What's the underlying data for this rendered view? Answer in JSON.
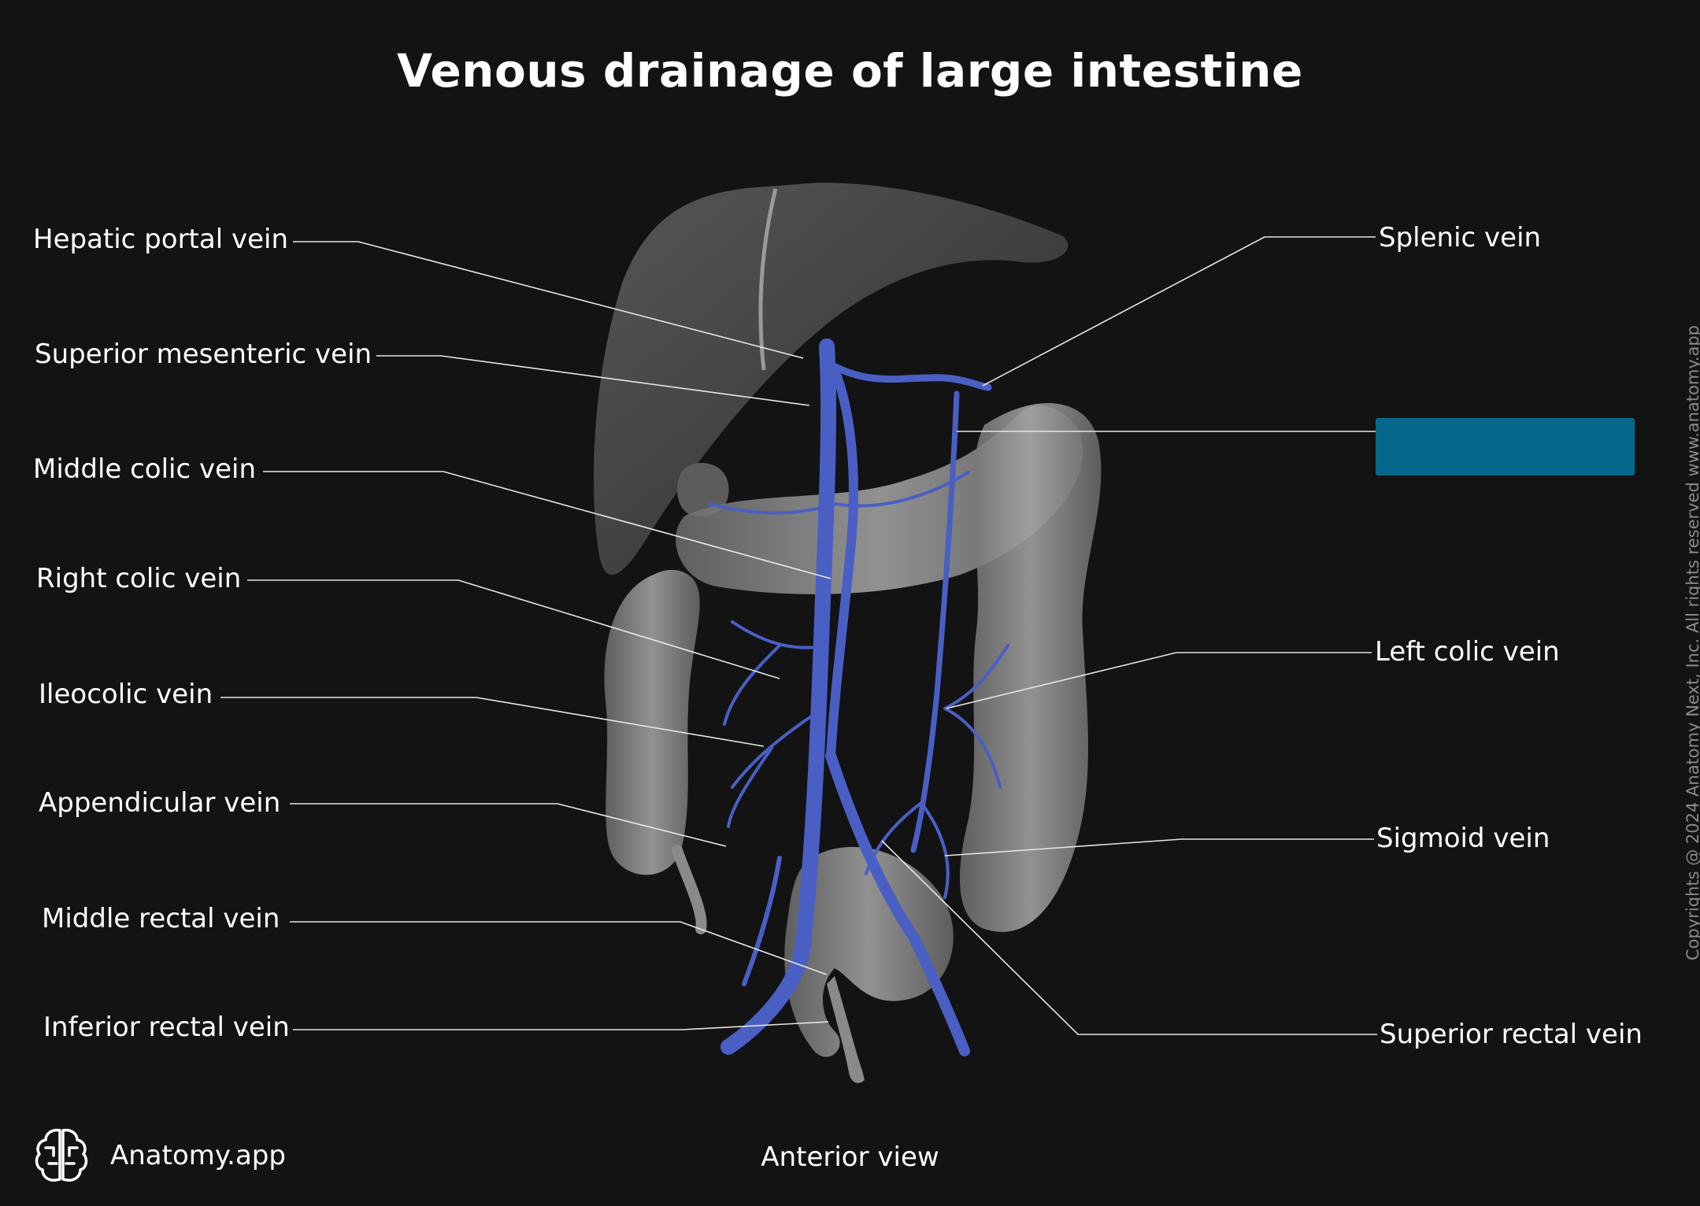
{
  "title": "Venous drainage of large intestine",
  "view_caption": "Anterior view",
  "brand": {
    "name": "Anatomy.app",
    "logo_icon": "brain-icon"
  },
  "copyright": "Copyrights @ 2024 Anatomy Next, Inc. All rights reserved www.anatomy.app",
  "labels": {
    "left": [
      "Hepatic portal vein",
      "Superior mesenteric vein",
      "Middle colic vein",
      "Right colic vein",
      "Ileocolic vein",
      "Appendicular vein",
      "Middle rectal vein",
      "Inferior rectal vein"
    ],
    "right": [
      "Splenic vein",
      "Left colic vein",
      "Sigmoid vein",
      "Superior rectal vein"
    ]
  },
  "colors": {
    "background": "#131314",
    "vein": "#4a5fc4",
    "organ": "#8e8e8e",
    "liver": "#454545",
    "answer_box": "#07688d",
    "text": "#ffffff"
  }
}
